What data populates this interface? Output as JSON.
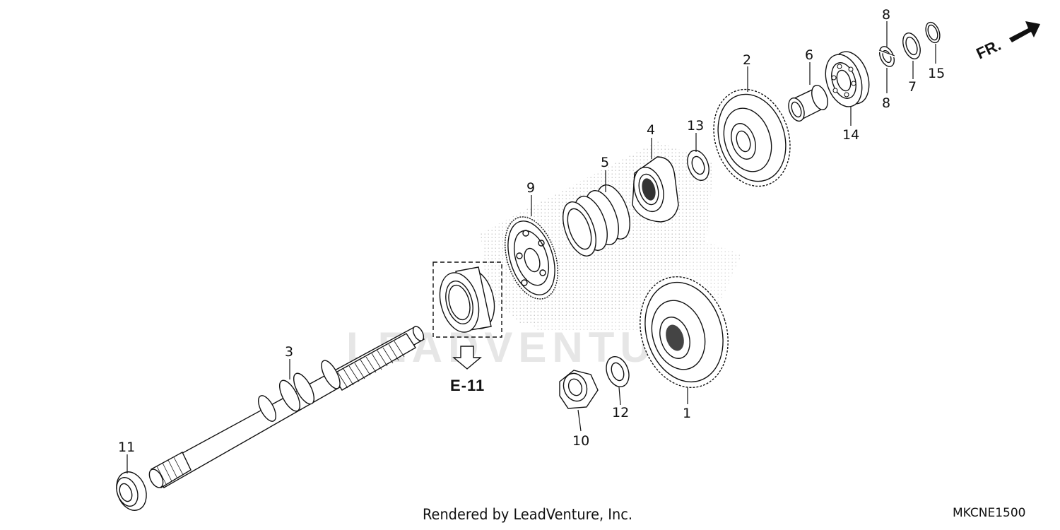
{
  "diagram": {
    "parts": [
      {
        "label": "1"
      },
      {
        "label": "2"
      },
      {
        "label": "3"
      },
      {
        "label": "4"
      },
      {
        "label": "5"
      },
      {
        "label": "6"
      },
      {
        "label": "7"
      },
      {
        "label": "8"
      },
      {
        "label": "8"
      },
      {
        "label": "9"
      },
      {
        "label": "10"
      },
      {
        "label": "11"
      },
      {
        "label": "12"
      },
      {
        "label": "13"
      },
      {
        "label": "14"
      },
      {
        "label": "15"
      }
    ],
    "reference": "E-11",
    "direction": "FR.",
    "watermark": "LEADVENTURE",
    "credit": "Rendered by LeadVenture, Inc.",
    "diagram_code": "MKCNE1500"
  },
  "icons": [
    "front-arrow-icon",
    "reference-arrow-icon"
  ]
}
